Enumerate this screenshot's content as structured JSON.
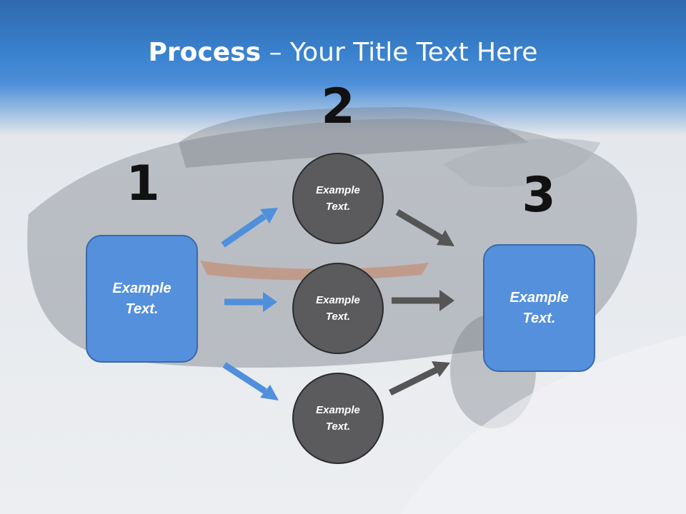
{
  "slide": {
    "title_bold": "Process",
    "title_rest": " – Your Title Text Here",
    "colors": {
      "header": "#3a82cf",
      "step_box": "#5490dc",
      "circle": "#5b5b5d",
      "arrow_blue": "#4f8fdc",
      "arrow_gray": "#555555"
    }
  },
  "steps": [
    {
      "number": "1",
      "text": "Example Text."
    },
    {
      "number": "2",
      "circles": [
        "Example Text.",
        "Example Text.",
        "Example Text."
      ]
    },
    {
      "number": "3",
      "text": "Example Text."
    }
  ]
}
